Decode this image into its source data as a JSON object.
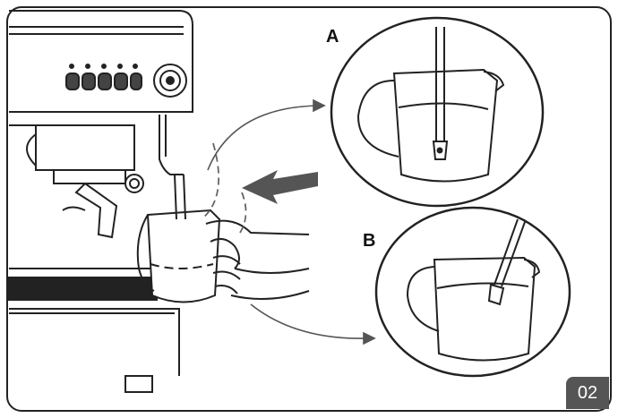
{
  "labels": {
    "a": "A",
    "b": "B"
  },
  "page_number": "02",
  "colors": {
    "line": "#222222",
    "arrow": "#555555",
    "badge_bg": "#555555",
    "badge_text": "#ffffff"
  },
  "icons": [
    "espresso-machine",
    "milk-pitcher",
    "steam-wand",
    "hand"
  ]
}
